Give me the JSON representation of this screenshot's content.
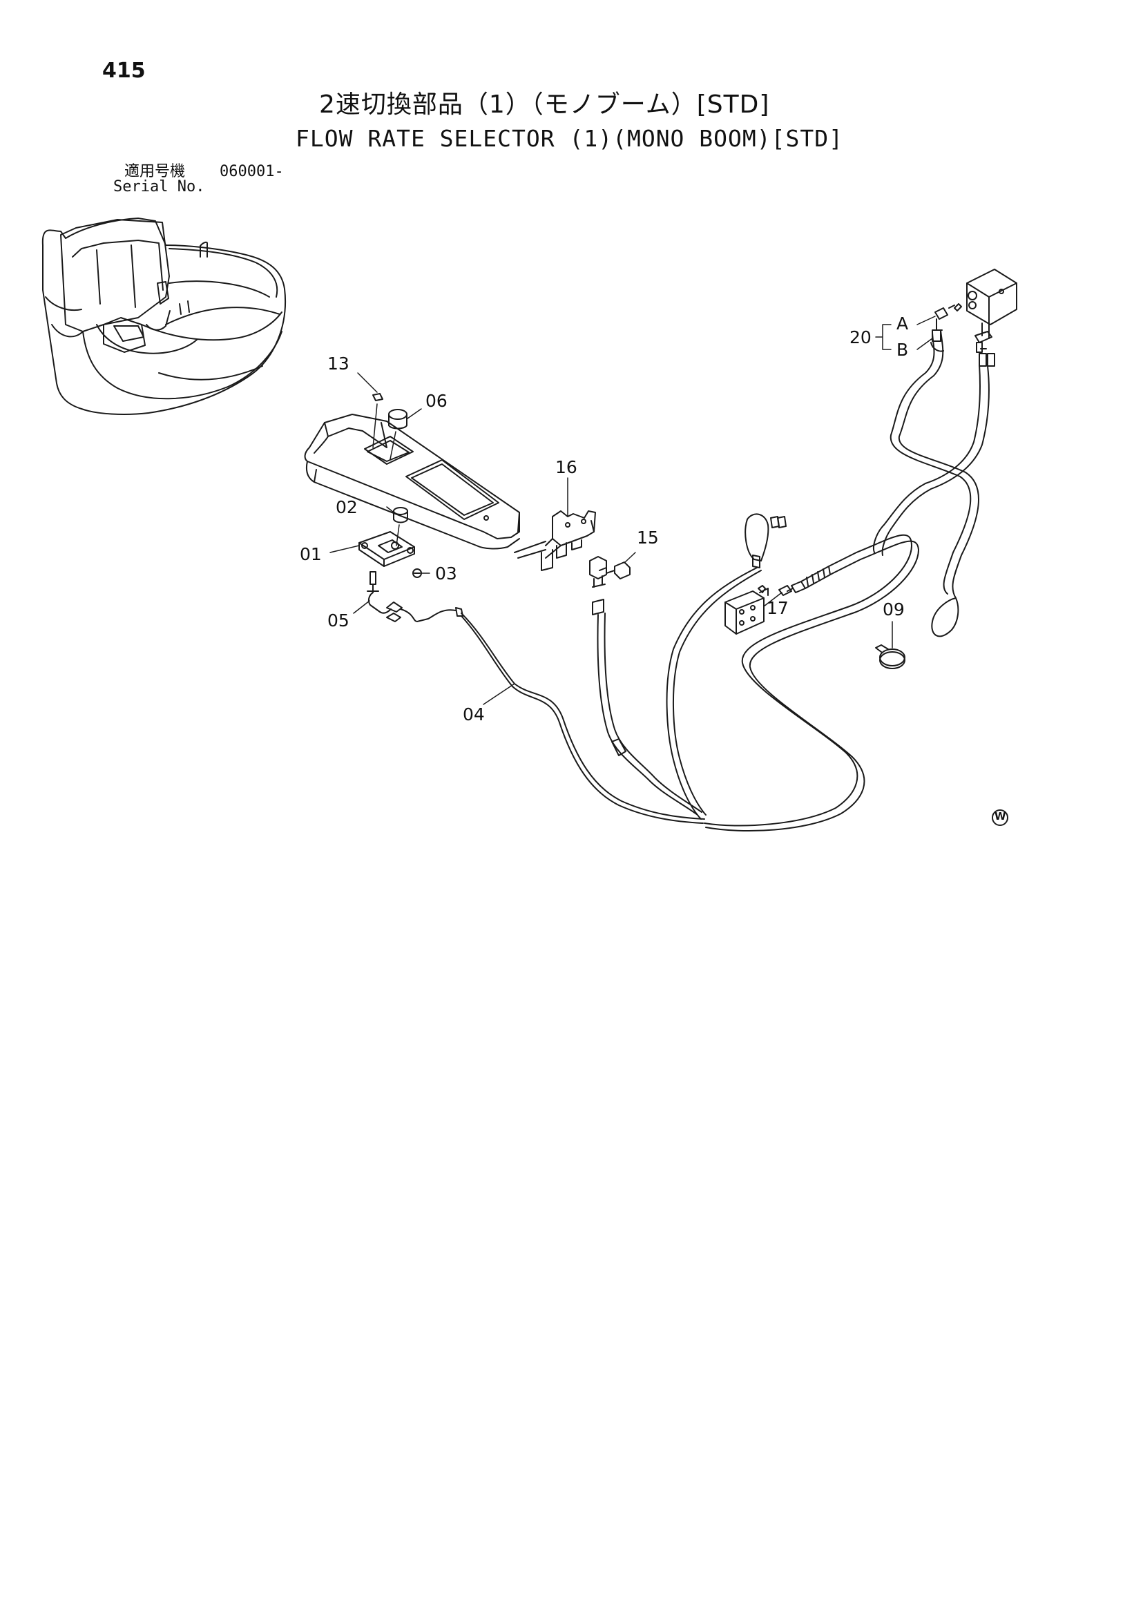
{
  "header": {
    "page_number": "415",
    "title_jp": "2速切換部品（1）（モノブーム）[STD]",
    "title_en": "FLOW RATE SELECTOR (1)(MONO BOOM)[STD]"
  },
  "serial": {
    "label_jp": "適用号機",
    "label_en": "Serial No.",
    "value": "060001-"
  },
  "callouts": {
    "p01": "01",
    "p02": "02",
    "p03": "03",
    "p04": "04",
    "p05": "05",
    "p06": "06",
    "p09": "09",
    "p13": "13",
    "p15": "15",
    "p16": "16",
    "p17": "17",
    "p20": "20",
    "sub_a": "A",
    "sub_b": "B",
    "mark_w": "W"
  }
}
